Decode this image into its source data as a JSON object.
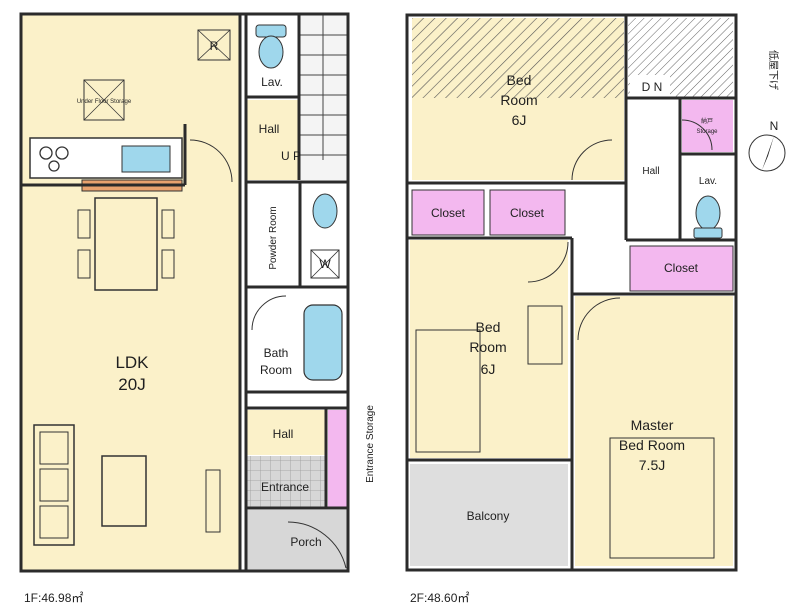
{
  "floor1": {
    "area_label": "1F:46.98㎡",
    "ldk": {
      "name": "LDK",
      "size": "20J"
    },
    "lav": "Lav.",
    "hall_upper": "Hall",
    "up": "U P",
    "powder_room": "Powder Room",
    "bath_room": {
      "line1": "Bath",
      "line2": "Room"
    },
    "hall_lower": "Hall",
    "entrance": "Entrance",
    "entrance_storage": "Entrance Storage",
    "porch": "Porch",
    "refrigerator_mark": "R",
    "washer_mark": "W",
    "underfloor_storage": "Under Floor Storage"
  },
  "floor2": {
    "area_label": "2F:48.60㎡",
    "bedroom_top": {
      "line1": "Bed",
      "line2": "Room",
      "size": "6J"
    },
    "bedroom_mid": {
      "line1": "Bed",
      "line2": "Room",
      "size": "6J"
    },
    "master": {
      "line1": "Master",
      "line2": "Bed Room",
      "size": "7.5J"
    },
    "closet_1": "Closet",
    "closet_2": "Closet",
    "closet_3": "Closet",
    "hall": "Hall",
    "lav": "Lav.",
    "storage": {
      "line1": "納戸",
      "line2": "Storage"
    },
    "balcony": "Balcony",
    "dn": "D N",
    "ceiling_note": "低屋下げ",
    "north": "N"
  },
  "colors": {
    "floor": "#fbf1c9",
    "tile": "#d7d7d7",
    "closet": "#f3b8ef",
    "fixture": "#9fd7ec",
    "kitchen": "#e9a26e",
    "stair": "#f4f4f4",
    "wall": "#2b2b2b",
    "balcony": "#dedede"
  }
}
